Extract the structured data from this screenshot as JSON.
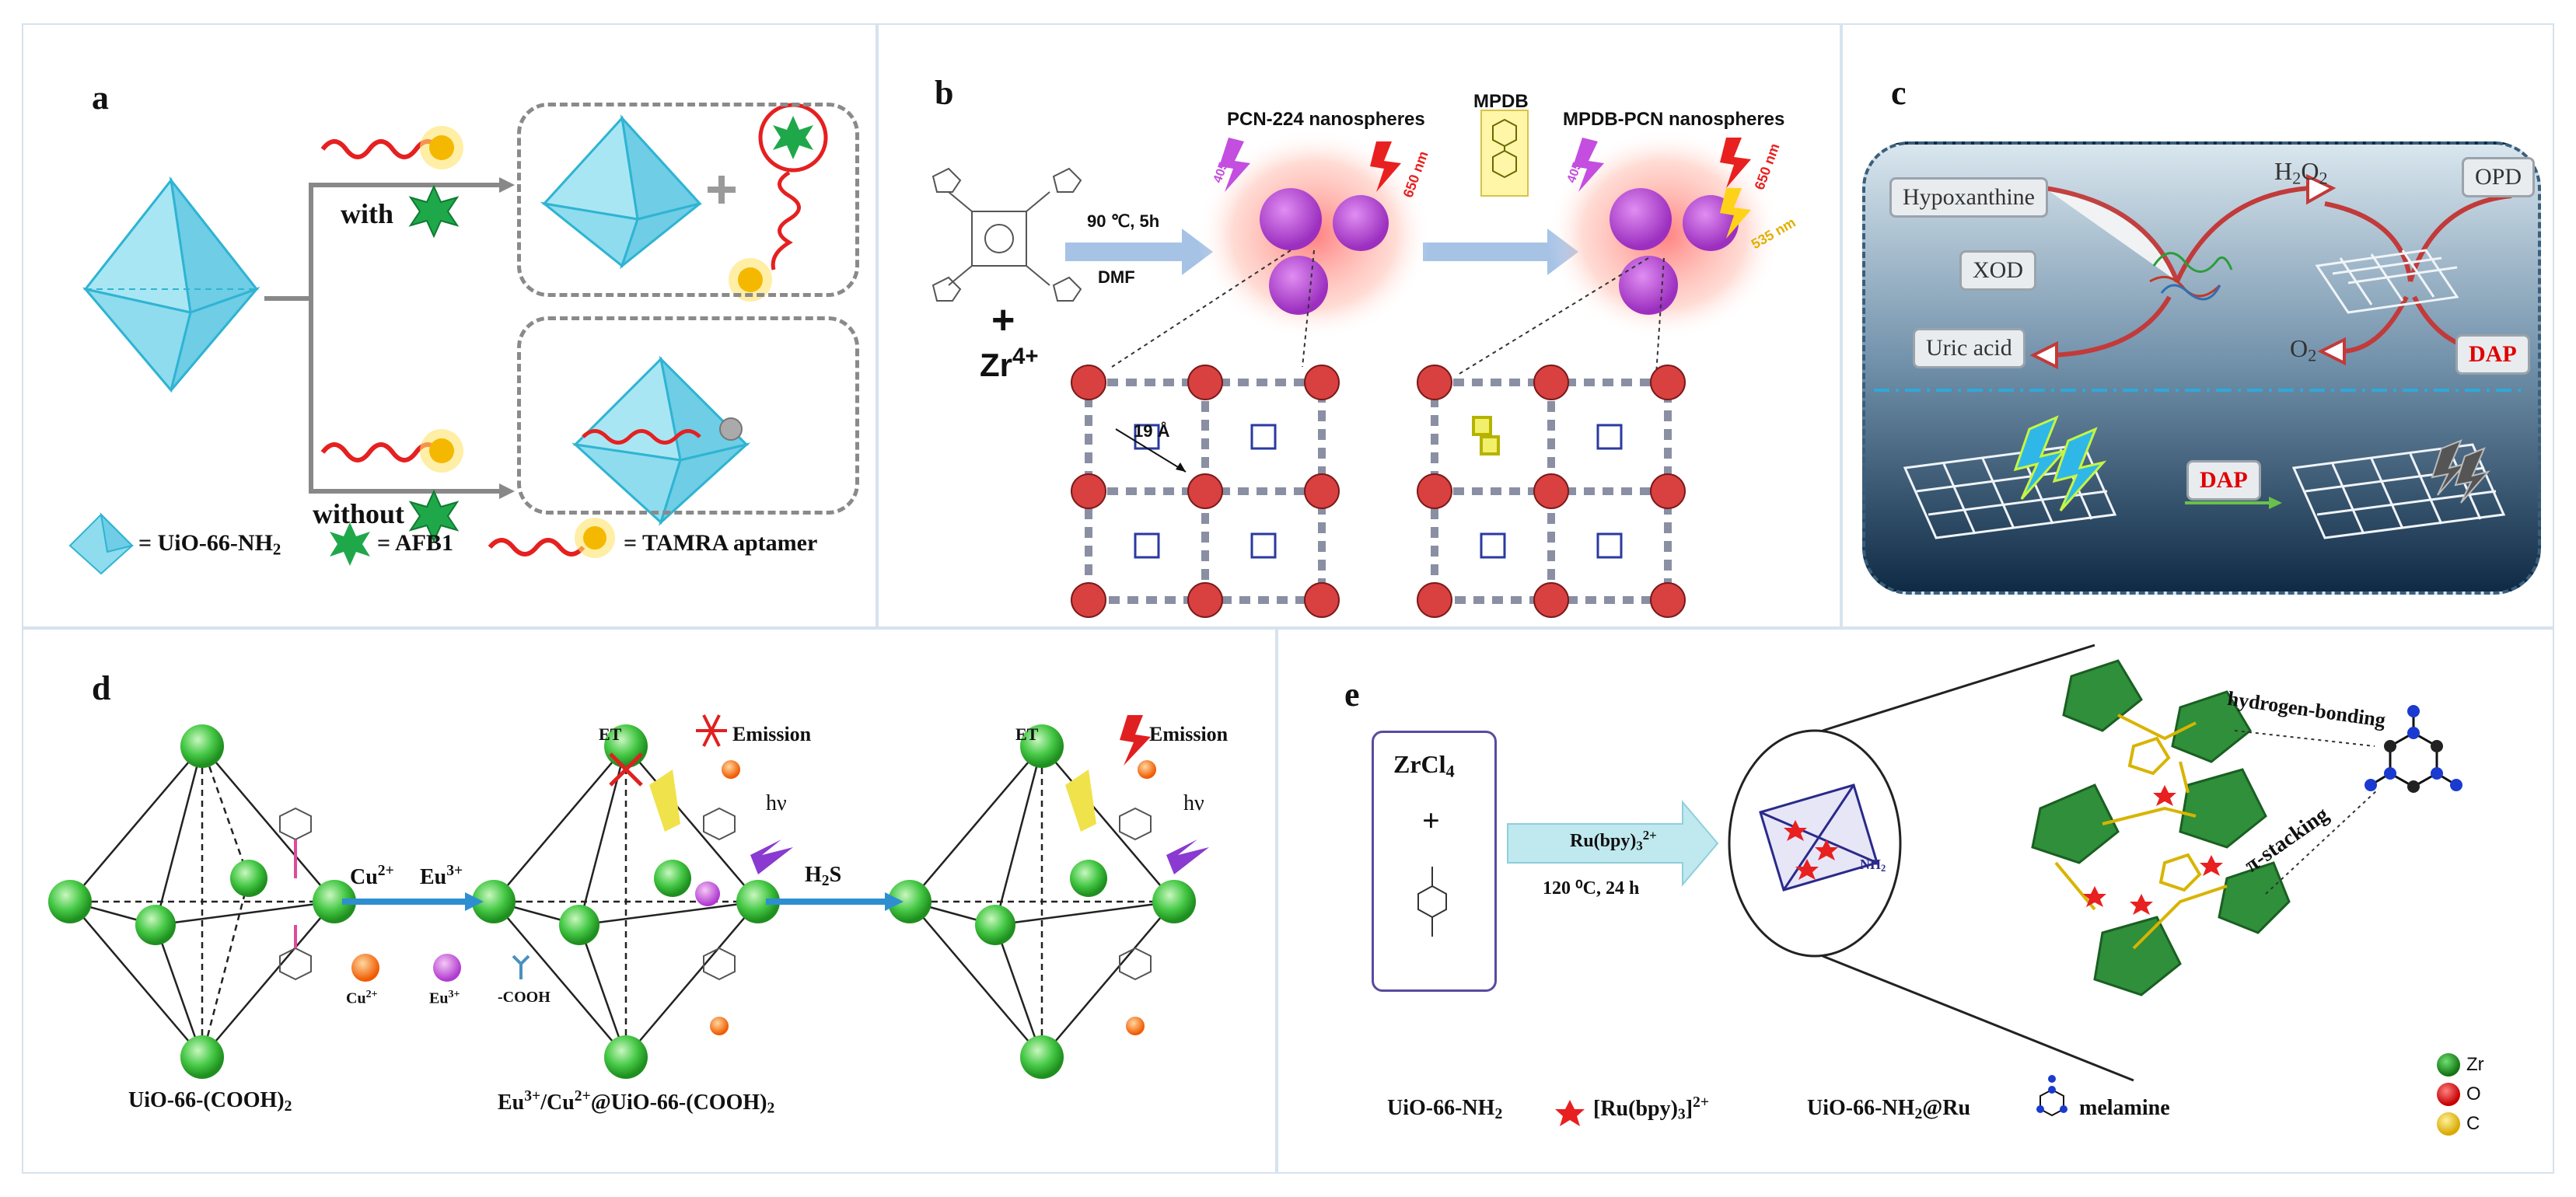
{
  "panels": {
    "a": {
      "label": "a",
      "with": "with",
      "without": "without",
      "legend_uio": "= UiO-66-NH",
      "legend_uio_sub": "2",
      "legend_afb1": "= AFB1",
      "legend_tamra": "= TAMRA aptamer"
    },
    "b": {
      "label": "b",
      "pcn": "PCN-224 nanospheres",
      "mpdb": "MPDB",
      "mpdb_pcn": "MPDB-PCN nanospheres",
      "cond1": "90 ℃, 5h",
      "cond2": "DMF",
      "plus": "+",
      "zr": "Zr",
      "zr_sup": "4+",
      "em_650": "650 nm",
      "em_650b": "650 nm",
      "em_535": "535 nm",
      "ex_405a": "405 nm",
      "ex_405b": "405 nm",
      "pore": "19 Å"
    },
    "c": {
      "label": "c",
      "hypoxanthine": "Hypoxanthine",
      "h2o2": "H",
      "h2o2_sub": "2",
      "h2o2_tail": "O",
      "h2o2_sub2": "2",
      "opd": "OPD",
      "xod": "XOD",
      "uric": "Uric acid",
      "o2": "O",
      "o2_sub": "2",
      "dap1": "DAP",
      "dap2": "DAP"
    },
    "d": {
      "label": "d",
      "cu": "Cu",
      "cu_sup": "2+",
      "eu": "Eu",
      "eu_sup": "3+",
      "h2s": "H",
      "h2s_sub": "2",
      "h2s_tail": "S",
      "emission1": "Emission",
      "emission2": "Emission",
      "et1": "ET",
      "et2": "ET",
      "hv1": "hν",
      "hv2": "hν",
      "leg_cu": "Cu",
      "leg_cu_sup": "2+",
      "leg_eu": "Eu",
      "leg_eu_sup": "3+",
      "leg_cooh": "-COOH",
      "name1": "UiO-66-(COOH)",
      "name1_sub": "2",
      "name2": "Eu",
      "name2_sup": "3+",
      "name2_mid": "/Cu",
      "name2_sup2": "2+",
      "name2_tail": "@UiO-66-(COOH)",
      "name2_sub": "2"
    },
    "e": {
      "label": "e",
      "zrcl": "ZrCl",
      "zrcl_sub": "4",
      "plus": "+",
      "ru_cond": "Ru(bpy)",
      "ru_cond_sub": "3",
      "ru_cond_sup": "2+",
      "temp": "120 ⁰C, 24 h",
      "hbond": "hydrogen-bonding",
      "pistack": "π-stacking",
      "leg_uio": "UiO-66-NH",
      "leg_uio_sub": "2",
      "leg_ru": "[Ru(bpy)",
      "leg_ru_sub": "3",
      "leg_ru_tail": "]",
      "leg_ru_sup": "2+",
      "leg_uio_ru": "UiO-66-NH",
      "leg_uio_ru_sub": "2",
      "leg_uio_ru_tail": "@Ru",
      "leg_mel": "melamine",
      "el_zr": "Zr",
      "el_o": "O",
      "el_c": "C",
      "nh2": "NH",
      "nh2_sub": "2"
    }
  },
  "colors": {
    "crystal": "#7fd8ec",
    "afb1": "#1fa84a",
    "aptamer": "#e52020",
    "tamra": "#ffd21a",
    "sphere": "#b549d6",
    "glow": "#ff7b7b",
    "arrow": "#9fbde3",
    "c_bg": "#0f2a44",
    "zr_green": "#3bc43b",
    "cu_orange": "#ff7a00",
    "eu_pink": "#d05ad8",
    "teal_arrow": "#a9e1ea"
  }
}
